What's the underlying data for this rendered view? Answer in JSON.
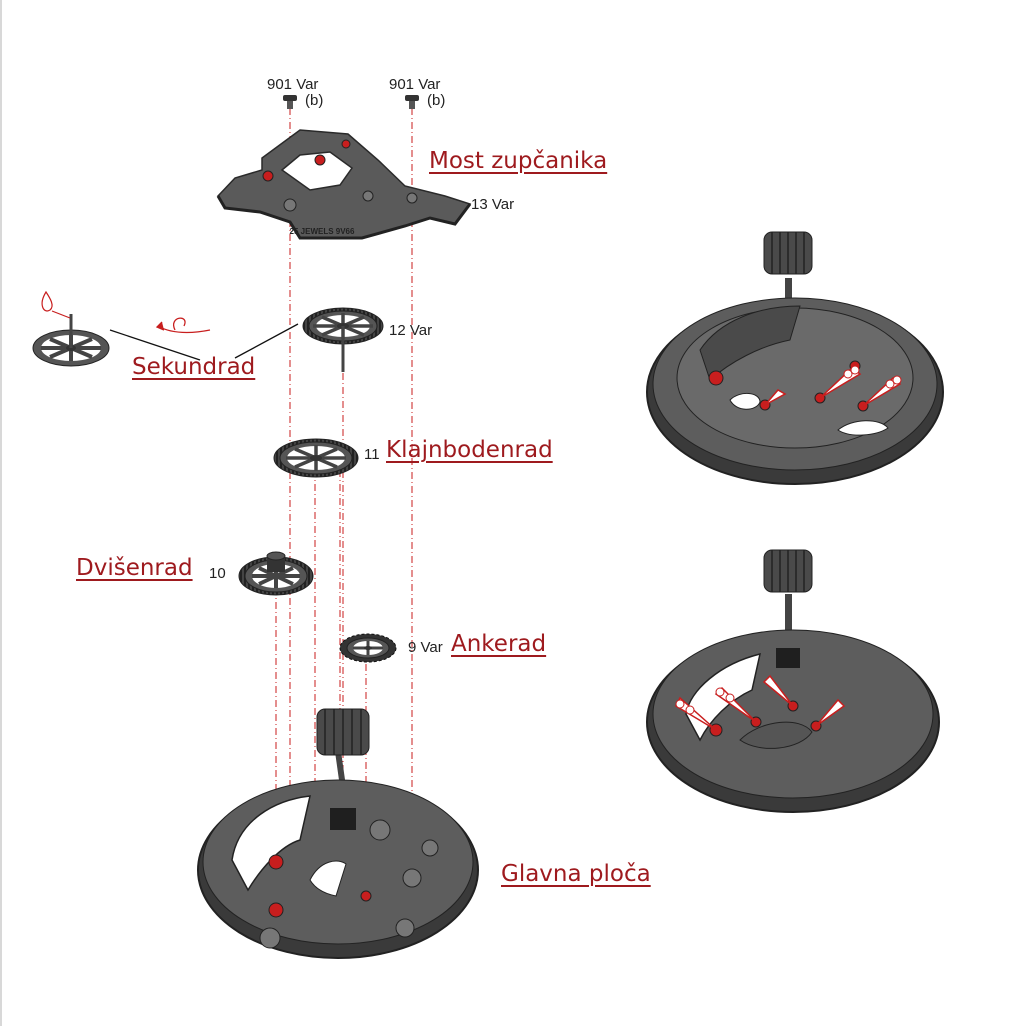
{
  "screw_left": {
    "part": "901 Var",
    "suffix": "(b)"
  },
  "screw_right": {
    "part": "901 Var",
    "suffix": "(b)"
  },
  "bridge": {
    "label": "Most zupčanika",
    "part": "13 Var",
    "engraving": "25 JEWELS 9V66"
  },
  "seconds_wheel": {
    "label": "Sekundrad",
    "part": "12 Var"
  },
  "third_wheel": {
    "label": "Klajnbodenrad",
    "part": "11"
  },
  "fourth_wheel": {
    "label": "Dvišenrad",
    "part": "10"
  },
  "escape_wheel": {
    "label": "Ankerad",
    "part": "9 Var"
  },
  "main_plate": {
    "label": "Glavna ploča"
  },
  "colors": {
    "accent": "#9e1a1e",
    "part_gray": "#555555",
    "part_dark": "#2a2a2a",
    "jewel_red": "#c81e1e"
  },
  "icons": [
    "screw-icon",
    "wheel-icon",
    "crown-icon",
    "oil-drop-icon",
    "rotation-arrow-icon"
  ]
}
